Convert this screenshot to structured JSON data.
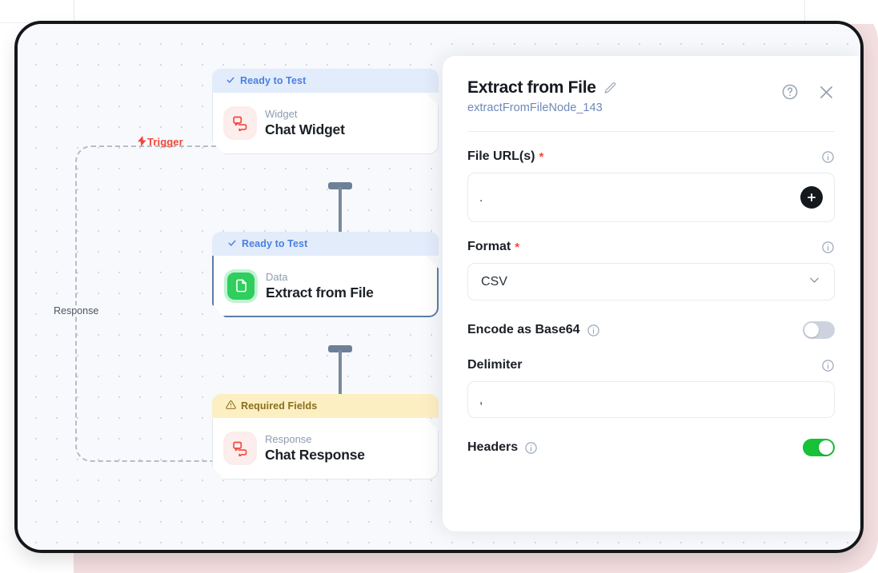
{
  "canvas": {
    "trigger_label": "Trigger",
    "trigger_bolt": "⚡",
    "response_label": "Response",
    "nodes": [
      {
        "status": "Ready to Test",
        "status_type": "ready",
        "status_icon": "check-icon",
        "kind": "Widget",
        "title": "Chat Widget",
        "icon": "chat-bubbles-icon"
      },
      {
        "status": "Ready to Test",
        "status_type": "ready",
        "status_icon": "check-icon",
        "kind": "Data",
        "title": "Extract from File",
        "icon": "file-document-icon"
      },
      {
        "status": "Required Fields",
        "status_type": "required",
        "status_icon": "warning-icon",
        "kind": "Response",
        "title": "Chat Response",
        "icon": "chat-bubbles-icon"
      }
    ]
  },
  "panel": {
    "title": "Extract from File",
    "edit_icon": "pencil-icon",
    "subtitle": "extractFromFileNode_143",
    "help_icon": "question-circle-icon",
    "close_icon": "close-icon",
    "fields": {
      "file_urls": {
        "label": "File URL(s)",
        "required_marker": "*",
        "info_icon": "info-icon",
        "value": ".",
        "placeholder": "",
        "add_icon": "plus-icon"
      },
      "format": {
        "label": "Format",
        "required_marker": "*",
        "info_icon": "info-icon",
        "value": "CSV",
        "chevron_icon": "chevron-down-icon",
        "options": [
          "CSV"
        ]
      },
      "encode_base64": {
        "label": "Encode as Base64",
        "info_icon": "info-icon",
        "state": "off"
      },
      "delimiter": {
        "label": "Delimiter",
        "info_icon": "info-icon",
        "value": ",",
        "placeholder": ""
      },
      "headers": {
        "label": "Headers",
        "info_icon": "info-icon",
        "state": "on"
      }
    }
  },
  "colors": {
    "accent_red": "#f2483c",
    "status_ready_bg": "#e3ecfb",
    "status_ready_text": "#4a7fe0",
    "status_required_bg": "#fcefc2",
    "status_required_text": "#8a6d1f",
    "toggle_on": "#17c138",
    "toggle_off": "#ccd3de",
    "data_icon_green": "#2fce5d",
    "frame": "#14161a",
    "outer_rose": "#f3dee0"
  }
}
